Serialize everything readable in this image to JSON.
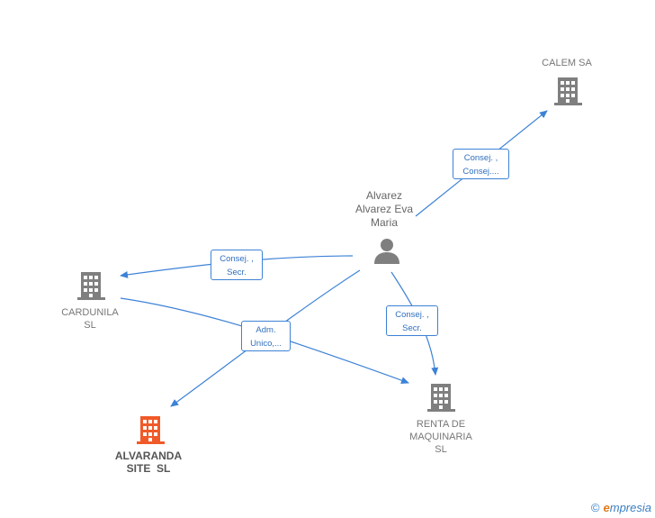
{
  "colors": {
    "edge": "#3d82d6",
    "company": "#7f7f7f",
    "focus_company": "#f05a28",
    "person": "#7f7f7f"
  },
  "nodes": {
    "calem": {
      "label": "CALEM SA",
      "icon": "building-icon"
    },
    "person": {
      "lines": [
        "Alvarez",
        "Alvarez Eva",
        "Maria"
      ],
      "icon": "person-icon"
    },
    "cardunila": {
      "lines": [
        "CARDUNILA",
        "SL"
      ],
      "icon": "building-icon"
    },
    "alvaranda": {
      "lines": [
        "ALVARANDA",
        "SITE  SL"
      ],
      "icon": "building-icon"
    },
    "renta": {
      "lines": [
        "RENTA DE",
        "MAQUINARIA",
        "SL"
      ],
      "icon": "building-icon"
    }
  },
  "edges": {
    "calem": {
      "lines": [
        "Consej. ,",
        "Consej...."
      ]
    },
    "cardunila": {
      "lines": [
        "Consej. ,",
        "Secr."
      ]
    },
    "adm": {
      "lines": [
        "Adm.",
        "Unico,..."
      ]
    },
    "renta": {
      "lines": [
        "Consej. ,",
        "Secr."
      ]
    }
  },
  "brand": {
    "copyright": "©",
    "e": "e",
    "rest": "mpresia"
  }
}
